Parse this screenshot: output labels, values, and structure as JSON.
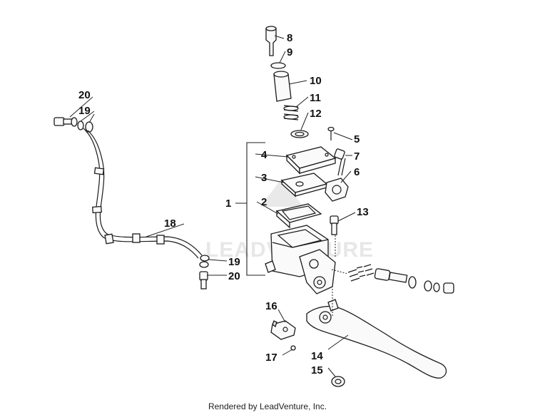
{
  "callouts": {
    "c1": "1",
    "c2": "2",
    "c3": "3",
    "c4": "4",
    "c5": "5",
    "c6": "6",
    "c7": "7",
    "c8": "8",
    "c9": "9",
    "c10": "10",
    "c11": "11",
    "c12": "12",
    "c13": "13",
    "c14": "14",
    "c15": "15",
    "c16": "16",
    "c17": "17",
    "c18": "18",
    "c19a": "19",
    "c19b": "19",
    "c20a": "20",
    "c20b": "20"
  },
  "footer": {
    "text": "Rendered by LeadVenture, Inc."
  },
  "watermark": {
    "text": "LEADVENTURE"
  }
}
